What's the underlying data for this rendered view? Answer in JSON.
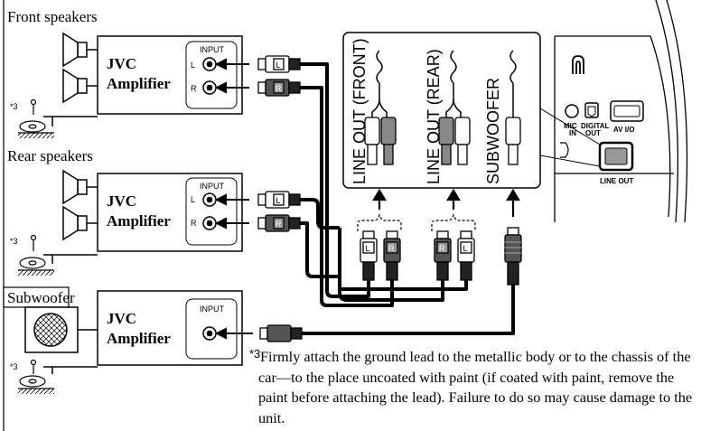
{
  "sections": {
    "front": {
      "title": "Front speakers"
    },
    "rear": {
      "title": "Rear speakers"
    },
    "sub": {
      "title": "Subwoofer"
    }
  },
  "amplifier": {
    "line1": "JVC",
    "line2": "Amplifier"
  },
  "input_label": "INPUT",
  "channels": {
    "left": "L",
    "right": "R"
  },
  "ground_mark": "*3",
  "unit_outputs": {
    "front": "LINE OUT (FRONT)",
    "rear": "LINE OUT (REAR)",
    "sub": "SUBWOOFER"
  },
  "head_unit": {
    "mic": "MIC",
    "in": "IN",
    "digital": "DIGITAL",
    "out": "OUT",
    "av_io": "AV I/O",
    "line_out": "LINE OUT"
  },
  "note": {
    "mark": "*3",
    "text": "Firmly attach the ground lead to the metallic body or to the chassis of the car—to the place uncoated with paint (if coated with paint, remove the paint before attaching the lead). Failure to do so may cause damage to the unit."
  }
}
